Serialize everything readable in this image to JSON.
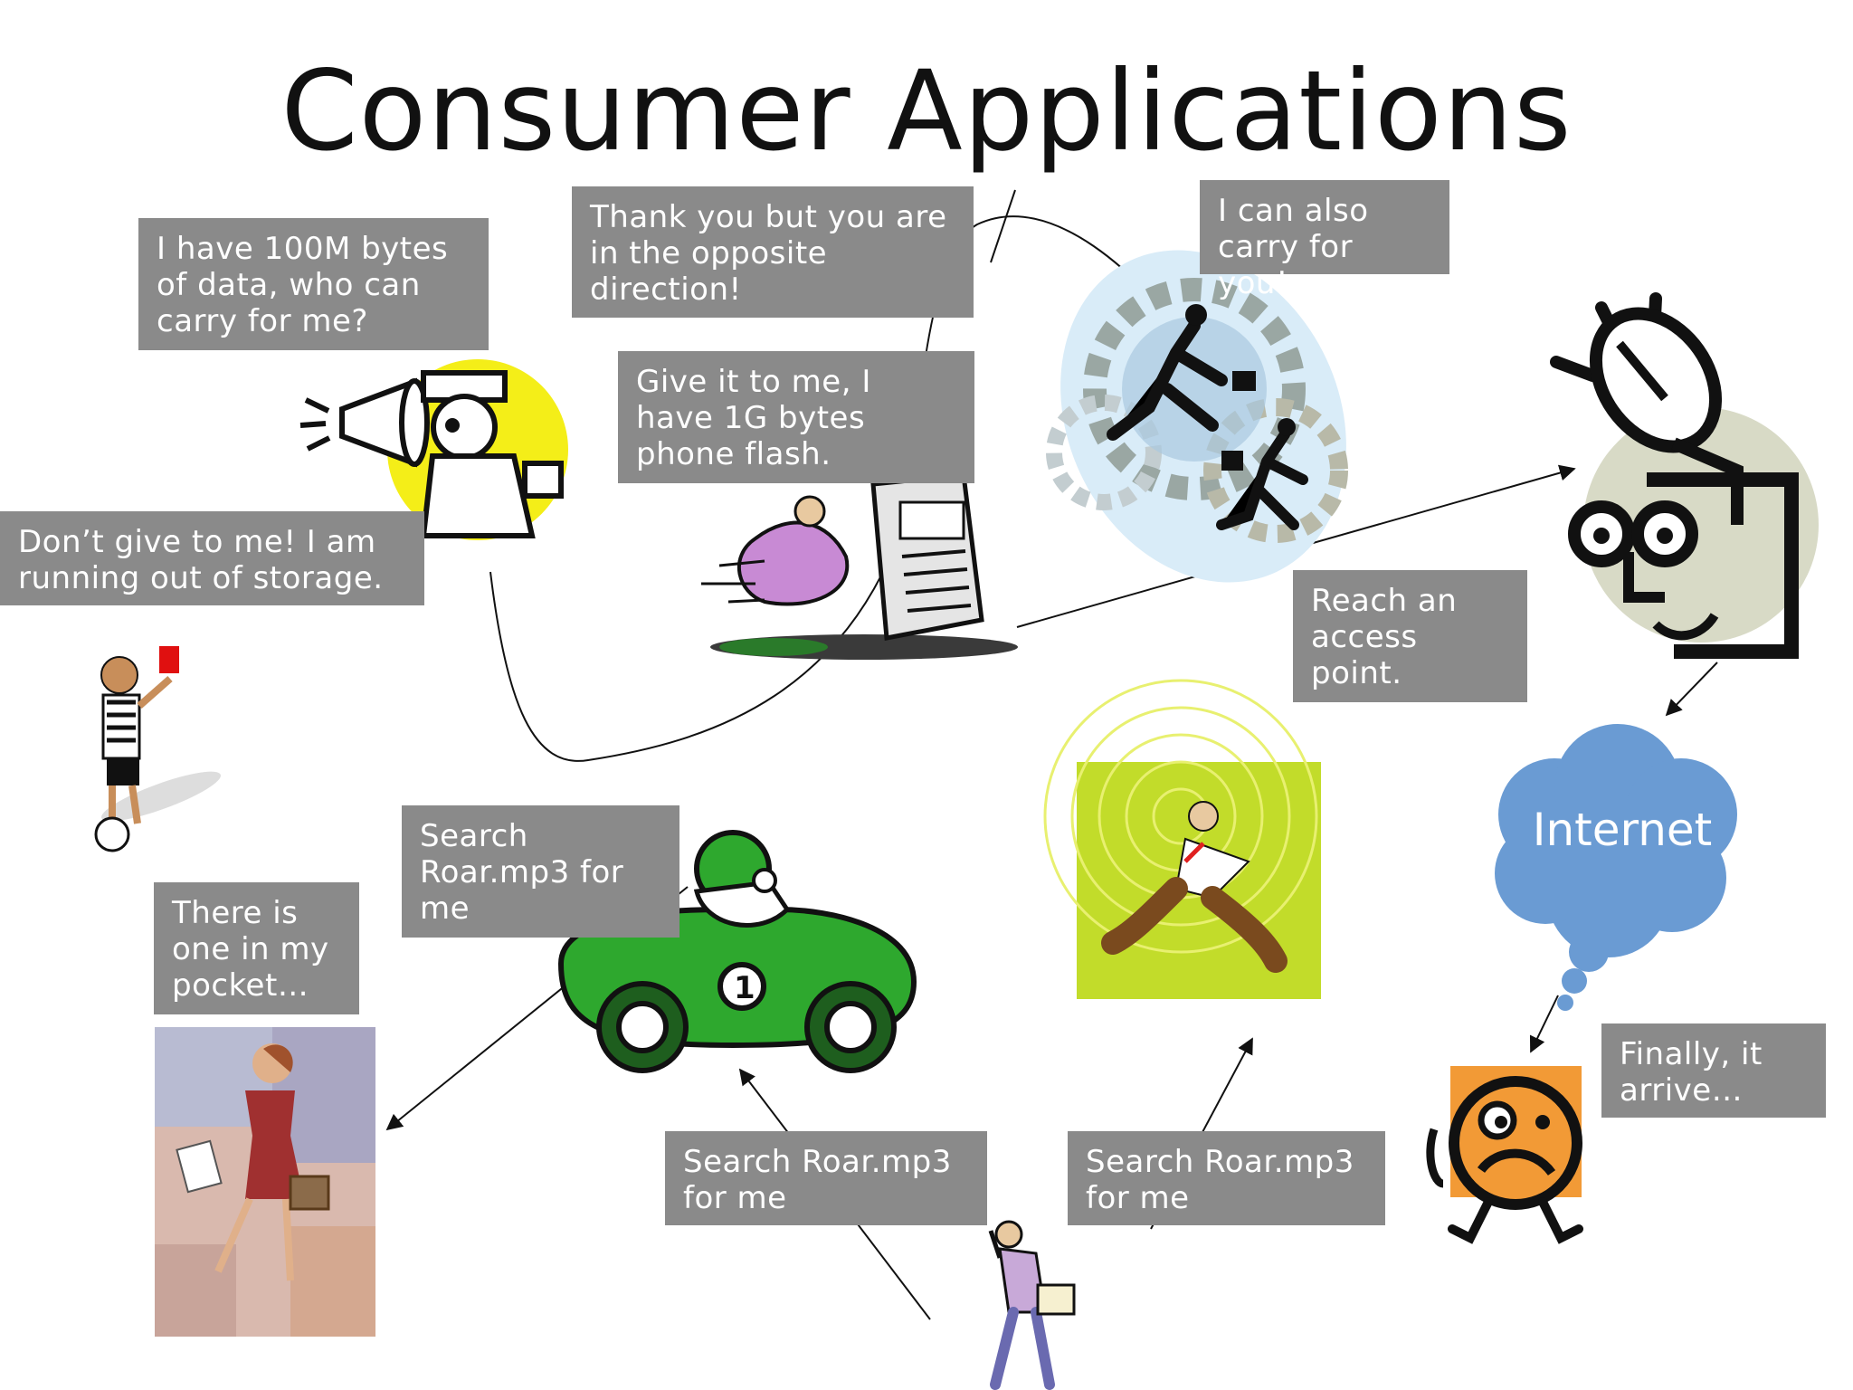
{
  "slide": {
    "title": "Consumer Applications",
    "callouts": {
      "have_data": "I have 100M bytes of data, who can carry for me?",
      "opposite": "Thank you but you are in the opposite direction!",
      "carry_for_you": "I can also carry for you!",
      "give_it": "Give it to me, I have 1G bytes phone flash.",
      "dont_give": "Don’t give to me! I am running out of storage.",
      "access_point": "Reach an access point.",
      "search_car": "Search Roar.mp3 for me",
      "pocket": "There is one in my pocket…",
      "search_left": "Search Roar.mp3 for me",
      "search_right": "Search Roar.mp3 for me",
      "arrive": "Finally, it arrive…"
    },
    "internet_label": "Internet",
    "colors": {
      "callout_bg": "#8a8a8a",
      "cloud": "#6a9bd3",
      "car": "#2ea82e",
      "spy_bg": "#f4ee18",
      "dancer_bg": "#c2dc2a",
      "worried_bg": "#f29a36"
    }
  }
}
